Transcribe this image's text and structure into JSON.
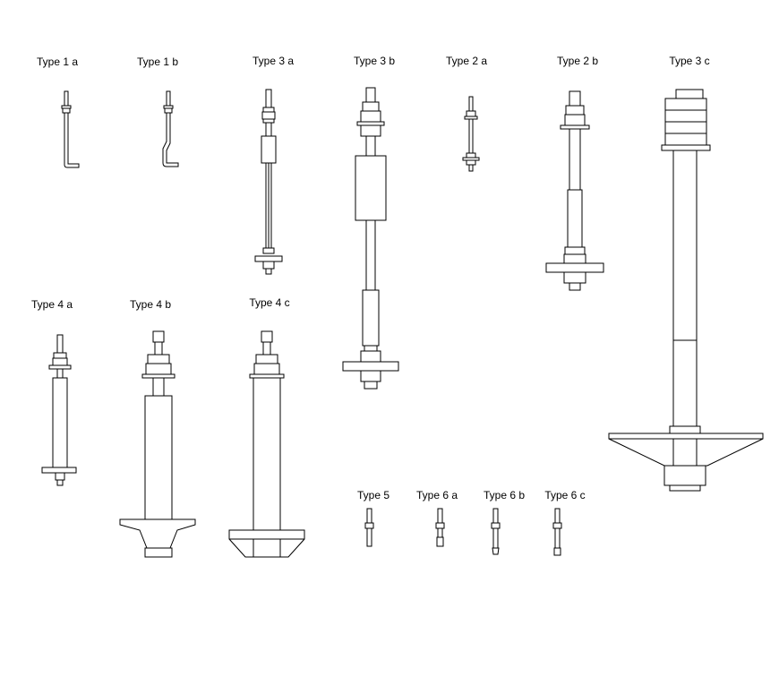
{
  "labels": {
    "t1a": "Type 1 a",
    "t1b": "Type 1 b",
    "t3a": "Type 3 a",
    "t3b": "Type 3 b",
    "t2a": "Type 2 a",
    "t2b": "Type 2 b",
    "t3c": "Type 3 c",
    "t4a": "Type 4 a",
    "t4b": "Type 4 b",
    "t4c": "Type 4 c",
    "t5": "Type 5",
    "t6a": "Type 6 a",
    "t6b": "Type 6 b",
    "t6c": "Type 6 c"
  }
}
